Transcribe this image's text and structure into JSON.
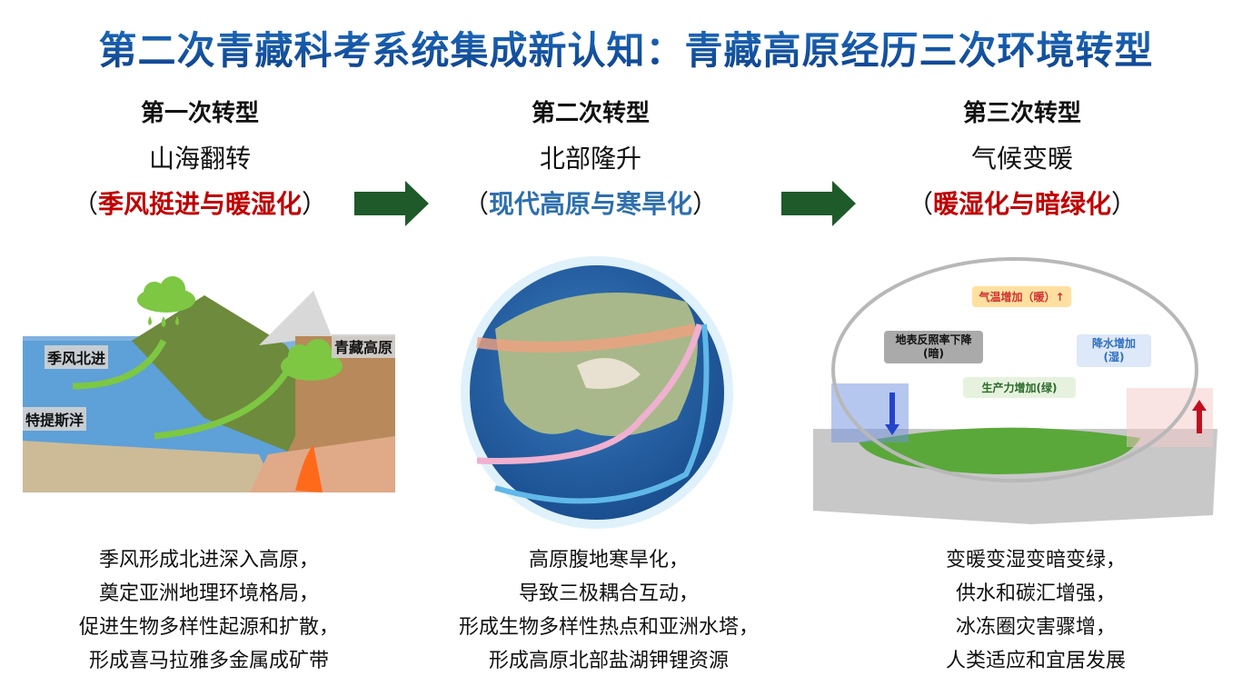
{
  "title": "第二次青藏科考系统集成新认知：青藏高原经历三次环境转型",
  "stages": [
    {
      "heading": "第一次转型",
      "subtitle": "山海翻转",
      "paren_open": "（",
      "key": "季风挺进与暖湿化",
      "paren_close": "）",
      "key_color": "#c00000",
      "image_labels": [
        "季风北进",
        "特提斯洋",
        "青藏高原"
      ],
      "description": [
        "季风形成北进深入高原，",
        "奠定亚洲地理环境格局，",
        "促进生物多样性起源和扩散，",
        "形成喜马拉雅多金属成矿带"
      ]
    },
    {
      "heading": "第二次转型",
      "subtitle": "北部隆升",
      "paren_open": "（",
      "key": "现代高原与寒旱化",
      "paren_close": "）",
      "key_color": "#2e6fae",
      "description": [
        "高原腹地寒旱化，",
        "导致三极耦合互动，",
        "形成生物多样性热点和亚洲水塔，",
        "形成高原北部盐湖钾锂资源"
      ]
    },
    {
      "heading": "第三次转型",
      "subtitle": "气候变暖",
      "paren_open": "（",
      "key": "暖湿化与暗绿化",
      "paren_close": "）",
      "key_color": "#c00000",
      "diagram_boxes": {
        "temp": "气温增加（暖）↑",
        "precip": "降水增加",
        "precip_sub": "(湿)",
        "albedo": "地表反照率下降",
        "albedo_sub": "(暗)",
        "productivity": "生产力增加(绿)",
        "up": "↑",
        "down": "↓"
      },
      "description": [
        "变暖变湿变暗变绿，",
        "供水和碳汇增强，",
        "冰冻圈灾害骤增，",
        "人类适应和宜居发展"
      ]
    }
  ],
  "arrow_color": "#1e5a2a"
}
